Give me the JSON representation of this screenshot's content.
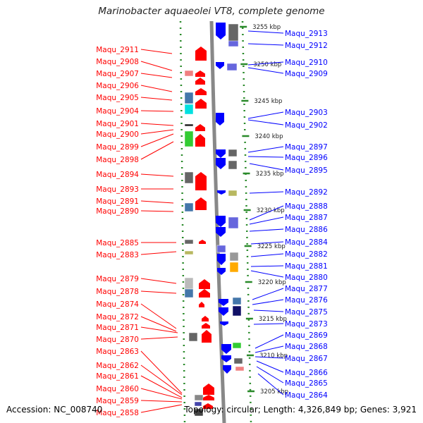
{
  "title": "Marinobacter aquaeolei VT8, complete genome",
  "footer": {
    "accession": "Accession: NC_008740",
    "summary": "Topology: circular; Length: 4,326,849 bp; Genes: 3,921"
  },
  "colors": {
    "forward_strand": "#ff0000",
    "reverse_strand": "#0000ff",
    "backbone": "#888888",
    "tick": "#2a8a2a"
  },
  "scale": {
    "unit": "kbp",
    "ticks": [
      {
        "label": "3255 kbp",
        "kbp": 3255
      },
      {
        "label": "3250 kbp",
        "kbp": 3250
      },
      {
        "label": "3245 kbp",
        "kbp": 3245
      },
      {
        "label": "3240 kbp",
        "kbp": 3240
      },
      {
        "label": "3235 kbp",
        "kbp": 3235
      },
      {
        "label": "3230 kbp",
        "kbp": 3230
      },
      {
        "label": "3225 kbp",
        "kbp": 3225
      },
      {
        "label": "3220 kbp",
        "kbp": 3220
      },
      {
        "label": "3215 kbp",
        "kbp": 3215
      },
      {
        "label": "3210 kbp",
        "kbp": 3210
      },
      {
        "label": "3205 kbp",
        "kbp": 3205
      }
    ]
  },
  "forward_genes": [
    {
      "label": "Maqu_2911",
      "color": "#ff0000"
    },
    {
      "label": "Maqu_2908",
      "color": "#ff0000"
    },
    {
      "label": "Maqu_2907",
      "color": "#ff0000"
    },
    {
      "label": "Maqu_2906",
      "color": "#ff0000"
    },
    {
      "label": "Maqu_2905",
      "color": "#ff0000"
    },
    {
      "label": "Maqu_2904",
      "color": "#ff0000"
    },
    {
      "label": "Maqu_2901",
      "color": "#ff0000"
    },
    {
      "label": "Maqu_2900",
      "color": "#ff0000"
    },
    {
      "label": "Maqu_2899",
      "color": "#ff0000"
    },
    {
      "label": "Maqu_2898",
      "color": "#ff0000"
    },
    {
      "label": "Maqu_2894",
      "color": "#ff0000"
    },
    {
      "label": "Maqu_2893",
      "color": "#ff0000"
    },
    {
      "label": "Maqu_2891",
      "color": "#ff0000"
    },
    {
      "label": "Maqu_2890",
      "color": "#ff0000"
    },
    {
      "label": "Maqu_2885",
      "color": "#ff0000"
    },
    {
      "label": "Maqu_2883",
      "color": "#ff0000"
    },
    {
      "label": "Maqu_2879",
      "color": "#ff0000"
    },
    {
      "label": "Maqu_2878",
      "color": "#ff0000"
    },
    {
      "label": "Maqu_2874",
      "color": "#ff0000"
    },
    {
      "label": "Maqu_2872",
      "color": "#ff0000"
    },
    {
      "label": "Maqu_2871",
      "color": "#ff0000"
    },
    {
      "label": "Maqu_2870",
      "color": "#ff0000"
    },
    {
      "label": "Maqu_2863",
      "color": "#ff0000"
    },
    {
      "label": "Maqu_2862",
      "color": "#ff0000"
    },
    {
      "label": "Maqu_2861",
      "color": "#ff0000"
    },
    {
      "label": "Maqu_2860",
      "color": "#ff0000"
    },
    {
      "label": "Maqu_2859",
      "color": "#ff0000"
    },
    {
      "label": "Maqu_2858",
      "color": "#ff0000"
    }
  ],
  "reverse_genes": [
    {
      "label": "Maqu_2913",
      "color": "#0000ff"
    },
    {
      "label": "Maqu_2912",
      "color": "#0000ff"
    },
    {
      "label": "Maqu_2910",
      "color": "#0000ff"
    },
    {
      "label": "Maqu_2909",
      "color": "#0000ff"
    },
    {
      "label": "Maqu_2903",
      "color": "#0000ff"
    },
    {
      "label": "Maqu_2902",
      "color": "#0000ff"
    },
    {
      "label": "Maqu_2897",
      "color": "#0000ff"
    },
    {
      "label": "Maqu_2896",
      "color": "#0000ff"
    },
    {
      "label": "Maqu_2895",
      "color": "#0000ff"
    },
    {
      "label": "Maqu_2892",
      "color": "#0000ff"
    },
    {
      "label": "Maqu_2888",
      "color": "#0000ff"
    },
    {
      "label": "Maqu_2887",
      "color": "#0000ff"
    },
    {
      "label": "Maqu_2886",
      "color": "#0000ff"
    },
    {
      "label": "Maqu_2884",
      "color": "#0000ff"
    },
    {
      "label": "Maqu_2882",
      "color": "#0000ff"
    },
    {
      "label": "Maqu_2881",
      "color": "#0000ff"
    },
    {
      "label": "Maqu_2880",
      "color": "#0000ff"
    },
    {
      "label": "Maqu_2877",
      "color": "#0000ff"
    },
    {
      "label": "Maqu_2876",
      "color": "#0000ff"
    },
    {
      "label": "Maqu_2875",
      "color": "#0000ff"
    },
    {
      "label": "Maqu_2873",
      "color": "#0000ff"
    },
    {
      "label": "Maqu_2869",
      "color": "#0000ff"
    },
    {
      "label": "Maqu_2868",
      "color": "#0000ff"
    },
    {
      "label": "Maqu_2867",
      "color": "#0000ff"
    },
    {
      "label": "Maqu_2866",
      "color": "#0000ff"
    },
    {
      "label": "Maqu_2865",
      "color": "#0000ff"
    },
    {
      "label": "Maqu_2864",
      "color": "#0000ff"
    }
  ]
}
